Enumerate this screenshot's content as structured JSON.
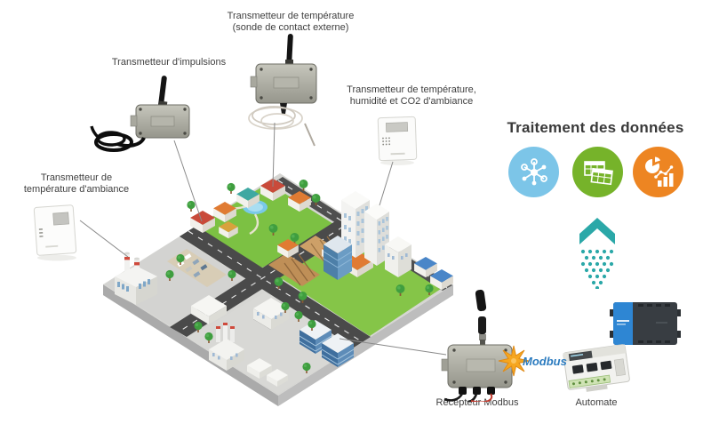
{
  "diagram": {
    "heading": "Traitement des données",
    "sensors": {
      "contact": {
        "line1": "Transmetteur de température",
        "line2": "(sonde de contact externe)"
      },
      "impulsions": {
        "line1": "Transmetteur d'impulsions"
      },
      "ambiance": {
        "line1": "Transmetteur de",
        "line2": "température d'ambiance"
      },
      "co2": {
        "line1": "Transmetteur de température,",
        "line2": "humidité et CO2 d'ambiance"
      }
    },
    "receiver": {
      "label": "Récepteur Modbus"
    },
    "automate": {
      "label": "Automate"
    },
    "modbus_logo": {
      "text": "Modbus",
      "star_color": "#f6a61f",
      "text_color": "#2b7bbf"
    },
    "processing": {
      "icons": [
        {
          "name": "network-hub-icon",
          "color": "#7cc5e8"
        },
        {
          "name": "spreadsheet-icon",
          "color": "#76b32a"
        },
        {
          "name": "charts-icon",
          "color": "#ed8522"
        }
      ],
      "arrow_color": "#2ba8a8"
    },
    "city_colors": {
      "grass": "#7cc143",
      "road": "#4a4a4a",
      "platform": "#d6d6d3",
      "roof_red": "#c94a3a",
      "roof_orange": "#e07b33",
      "roof_blue": "#4a86c8",
      "farm": "#bf8f57"
    }
  }
}
